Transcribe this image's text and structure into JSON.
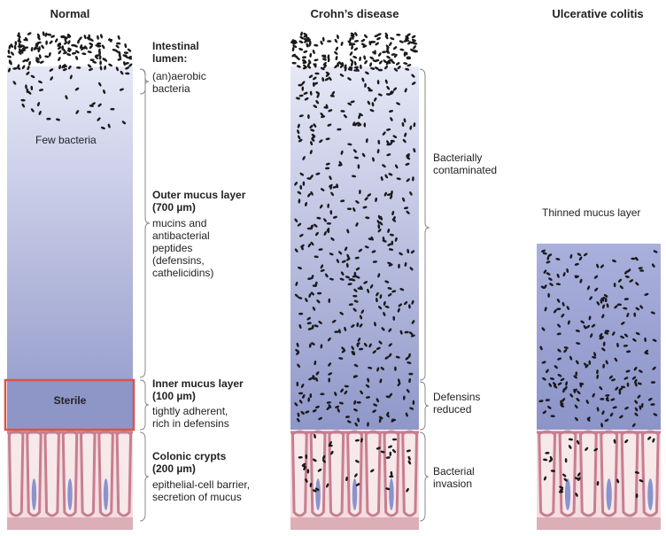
{
  "headers": {
    "normal": "Normal",
    "crohns": "Crohn’s disease",
    "uc": "Ulcerative colitis"
  },
  "normal": {
    "few_bacteria": "Few bacteria",
    "sterile": "Sterile",
    "lumen_title": "Intestinal\nlumen:",
    "lumen_desc": "(an)aerobic\nbacteria",
    "outer_title": "Outer mucus layer\n(700 µm)",
    "outer_desc": "mucins and\nantibacterial\npeptides\n(defensins,\ncathelicidins)",
    "inner_title": "Inner mucus layer\n(100 µm)",
    "inner_desc": "tightly adherent,\nrich in defensins",
    "crypt_title": "Colonic crypts\n(200 µm)",
    "crypt_desc": "epithelial-cell barrier,\nsecretion of mucus"
  },
  "crohns": {
    "contaminated": "Bacterially\ncontaminated",
    "defensins": "Defensins\nreduced",
    "invasion": "Bacterial\ninvasion"
  },
  "uc": {
    "thinned": "Thinned mucus layer"
  },
  "colors": {
    "mucus_top": "#e6e8f6",
    "mucus_bottom": "#8f97c9",
    "crypt_fill": "#f3dde0",
    "crypt_outline": "#c77e8f",
    "crypt_base": "#dcaeb6",
    "crypt_core": "#8b93cc",
    "sterile_border": "#d9534a",
    "bacteria": "#1a1a1a",
    "bracket": "#888888"
  }
}
